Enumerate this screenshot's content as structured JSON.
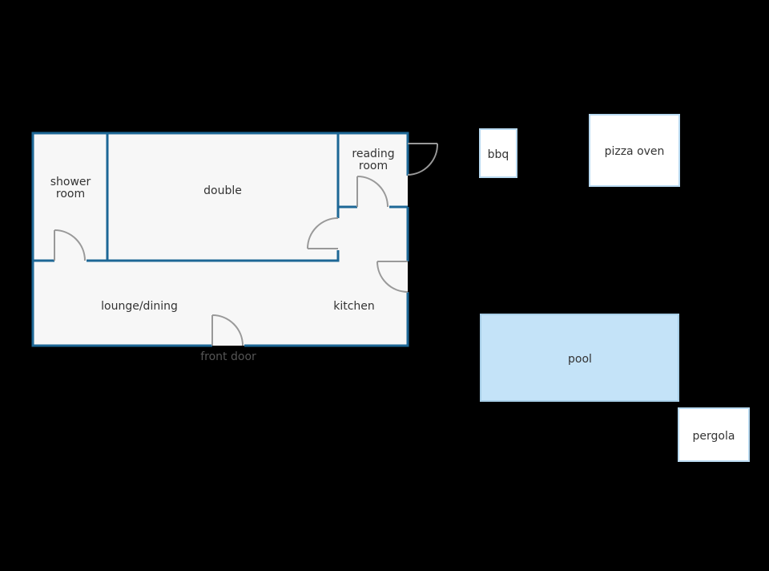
{
  "colors": {
    "background": "#000000",
    "floor": "#f7f7f7",
    "wall": "#1d6796",
    "door": "#999999",
    "outdoor_fill": "#ffffff",
    "outdoor_stroke": "#b9daf1",
    "pool_fill": "#c4e3f8",
    "pool_stroke": "#a8cfe8"
  },
  "rooms": {
    "shower_room": {
      "line1": "shower",
      "line2": "room"
    },
    "double": "double",
    "reading_room": {
      "line1": "reading",
      "line2": "room"
    },
    "lounge_dining": "lounge/dining",
    "kitchen": "kitchen"
  },
  "entrance": {
    "front_door": "front door"
  },
  "outdoor": {
    "bbq": "bbq",
    "pizza_oven": "pizza oven",
    "pool": "pool",
    "pergola": "pergola"
  }
}
